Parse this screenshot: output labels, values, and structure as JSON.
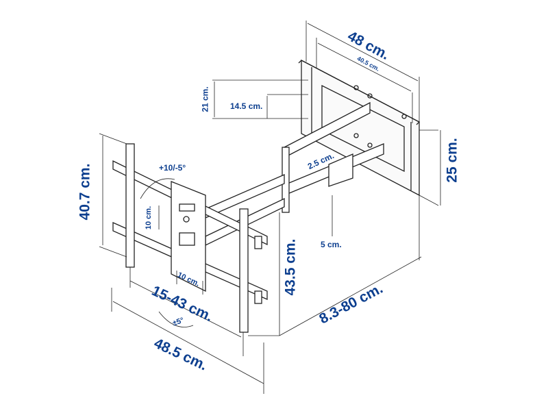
{
  "title": "TV wall mount dimensions",
  "colors": {
    "label": "#0d3f8f",
    "line": "#222222"
  },
  "labels": {
    "wall_plate_width": "48 cm.",
    "wall_hole_spacing": "40.5 cm.",
    "wall_plate_height_outer": "21 cm.",
    "wall_plate_height_inner": "14.5 cm.",
    "wall_plate_depth": "25 cm.",
    "arm_offset": "2.5 cm.",
    "arm_drop": "5 cm.",
    "tilt": "+10/-5°",
    "tv_bracket_height": "40.7 cm.",
    "vesa_vertical": "10 cm.",
    "vesa_horizontal": "10 cm.",
    "tv_rail_height": "43.5 cm.",
    "tv_rail_span": "15-43 cm.",
    "swivel": "±5°",
    "extension": "8.3-80 cm.",
    "tv_bracket_width": "48.5 cm."
  }
}
